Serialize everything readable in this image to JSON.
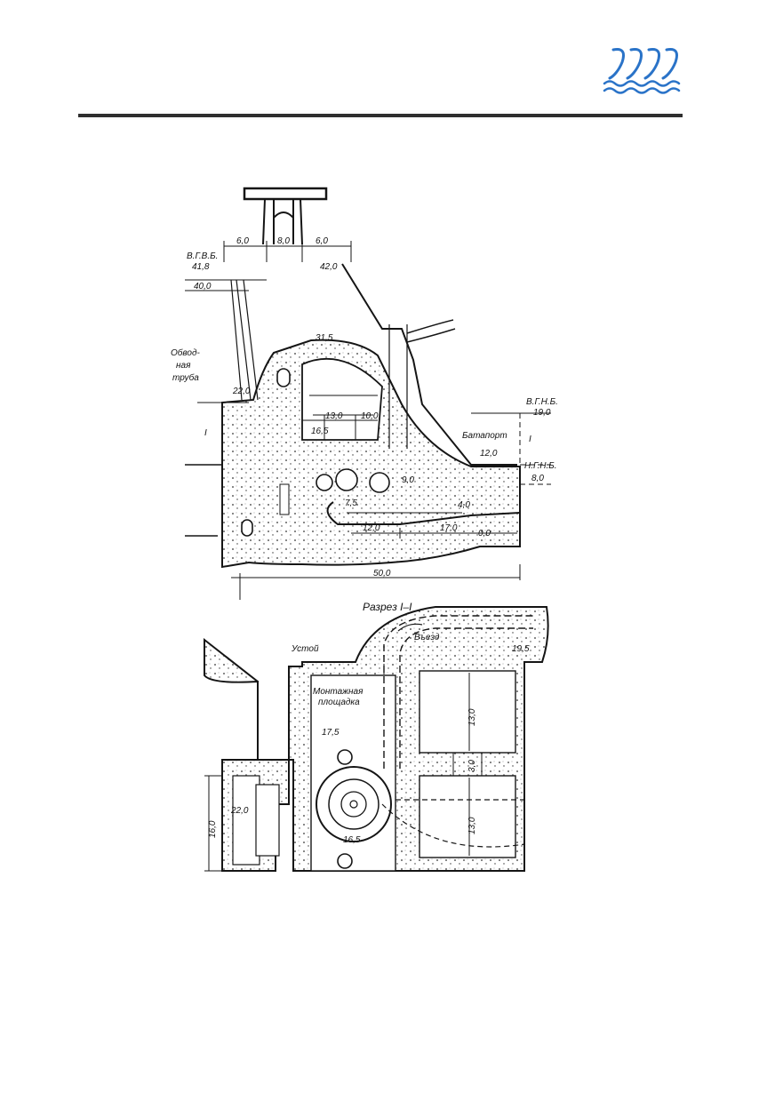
{
  "colors": {
    "logo_blue": "#2a73c8",
    "rule": "#2f2f2f",
    "ink": "#151515"
  },
  "header": {
    "logo_icon": "hydro-dam-waves-logo"
  },
  "figure": {
    "upper": {
      "dims": {
        "d6a": "6,0",
        "d8": "8,0",
        "d6b": "6,0",
        "d13": "13,0",
        "d10": "10,0",
        "d12": "12,0",
        "d17": "17,0",
        "d50": "50,0",
        "d75": "7,5"
      },
      "levels": {
        "vgvb": "В.Г.В.Б.",
        "vgvb_val": "41,8",
        "l400": "40,0",
        "l420": "42,0",
        "l315": "31,5",
        "l220": "22,0",
        "l165": "16,5",
        "l90": "9,0",
        "l40": "4,0",
        "l00": "0,0",
        "vgnb": "В.Г.Н.Б.",
        "vgnb_val": "19,0",
        "l120": "12,0",
        "ngnb": "Н.Г.Н.Б.",
        "ngnb_val": "8,0"
      },
      "bypass": [
        "Обвод-",
        "ная",
        "труба"
      ],
      "batoport": "Батапорт",
      "section_mark": "I"
    },
    "lower": {
      "section_title": "Разрез I–I",
      "abutment": "Устой",
      "entry": "Въезд",
      "assembly": [
        "Монтажная",
        "площадка"
      ],
      "levels": {
        "l195": "19,5",
        "l175": "17,5",
        "l220": "22,0",
        "l165": "16,5"
      },
      "dims": {
        "d13a": "13,0",
        "d30": "3,0",
        "d13b": "13,0",
        "d160": "16,0"
      }
    }
  }
}
